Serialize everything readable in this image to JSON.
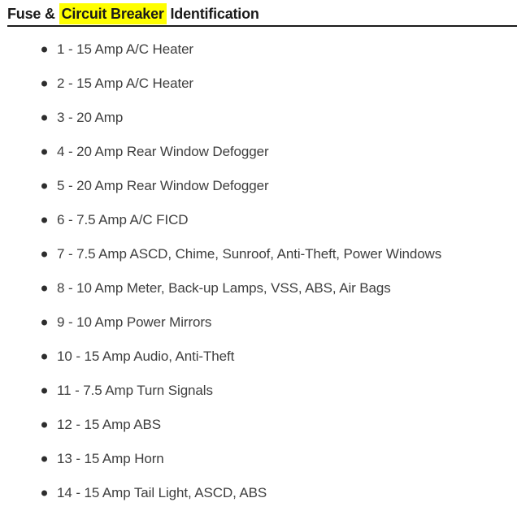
{
  "header": {
    "title_prefix": "Fuse & ",
    "title_highlight": "Circuit Breaker",
    "title_suffix": " Identification"
  },
  "colors": {
    "background": "#ffffff",
    "heading_text": "#1a1a1a",
    "highlight": "#ffff00",
    "divider": "#1b1b1b",
    "list_text": "#3e3e3e",
    "bullet": "#2d2d2d"
  },
  "fuse_list": {
    "items": [
      "1 - 15 Amp A/C Heater",
      "2 - 15 Amp A/C Heater",
      "3 - 20 Amp",
      "4 - 20 Amp Rear Window Defogger",
      "5 - 20 Amp Rear Window Defogger",
      "6 - 7.5 Amp A/C FICD",
      "7 - 7.5 Amp ASCD, Chime, Sunroof, Anti-Theft, Power Windows",
      "8 - 10 Amp Meter, Back-up Lamps, VSS, ABS, Air Bags",
      "9 - 10 Amp Power Mirrors",
      "10 - 15 Amp Audio, Anti-Theft",
      "11 - 7.5 Amp Turn Signals",
      "12 - 15 Amp ABS",
      "13 - 15 Amp Horn",
      "14 - 15 Amp Tail Light, ASCD, ABS"
    ]
  }
}
